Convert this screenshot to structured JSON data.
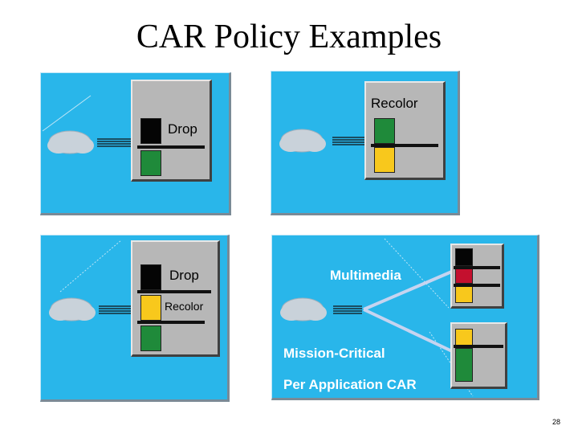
{
  "slide": {
    "title": "CAR Policy Examples",
    "page_number": "28"
  },
  "panels": {
    "top_left": {
      "label": "Drop"
    },
    "top_right": {
      "label": "Recolor"
    },
    "bottom_left": {
      "label_drop": "Drop",
      "label_recolor": "Recolor"
    },
    "bottom_right": {
      "label_multimedia": "Multimedia",
      "label_mission": "Mission-Critical",
      "label_per_app": "Per Application CAR"
    }
  },
  "colors": {
    "panel_bg": "#29b6ea",
    "box_bg": "#b7b7b7",
    "green": "#1f8a3a",
    "yellow": "#f8c81c",
    "red": "#c4102e",
    "black": "#050505",
    "cloud": "#c9d2da"
  },
  "icons": [
    "cloud-icon",
    "pipe-icon",
    "traffic-light-icon"
  ]
}
